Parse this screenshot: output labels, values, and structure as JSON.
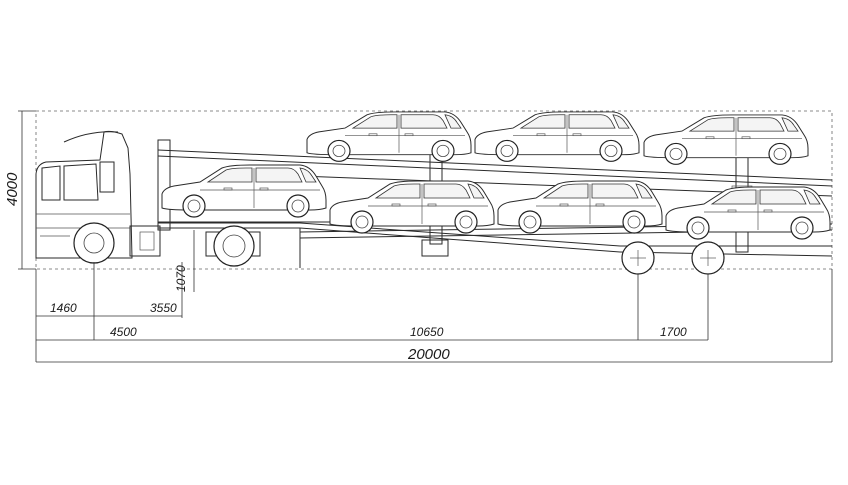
{
  "drawing": {
    "dimensions": {
      "height_total": "4000",
      "ground_clearance": "1070",
      "cab_front_axle": "1460",
      "fifth_wheel": "3550",
      "tractor_length": "4500",
      "trailer_span": "10650",
      "axle_spacing": "1700",
      "overall_length": "20000"
    },
    "cars": {
      "upper_deck": [
        "car-upper-1",
        "car-upper-2",
        "car-upper-3"
      ],
      "lower_deck": [
        "car-lower-1",
        "car-lower-2",
        "car-lower-3",
        "car-lower-4"
      ]
    },
    "colors": {
      "line": "#2a2a2a",
      "background": "#ffffff"
    }
  }
}
